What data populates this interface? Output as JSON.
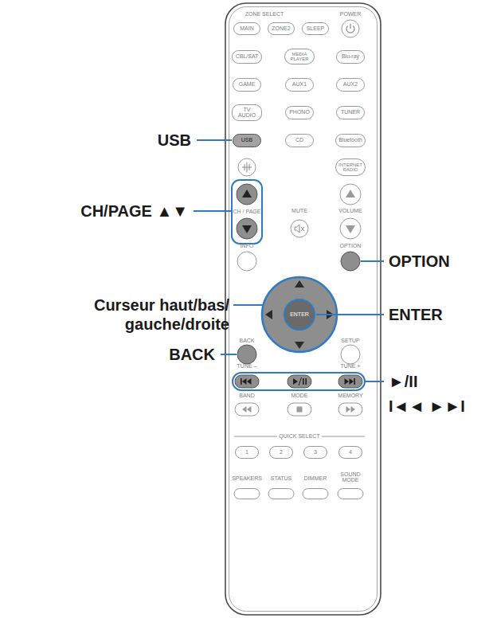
{
  "diagram": {
    "nodes": [
      {
        "text": [
          "MAIN"
        ]
      },
      {
        "text": [
          "ZONE2"
        ]
      },
      {
        "text": [
          "SLEEP"
        ]
      },
      {
        "text": [
          "CBL/SAT"
        ]
      },
      {
        "text": [
          "MEDIA PLAYER"
        ]
      },
      {
        "text": [
          "Blu-ray"
        ]
      },
      {
        "text": [
          "GAME"
        ]
      },
      {
        "text": [
          "AUX1"
        ]
      },
      {
        "text": [
          "AUX2"
        ]
      },
      {
        "text": [
          "TV AUDIO"
        ]
      },
      {
        "text": [
          "PHONO"
        ]
      },
      {
        "text": [
          "TUNER"
        ]
      },
      {
        "text": [
          "USB"
        ]
      },
      {
        "text": [
          "CD"
        ]
      },
      {
        "text": [
          "Bluetooth"
        ]
      },
      {
        "text": [
          "INTERNET RADIO"
        ]
      },
      {
        "text": [
          "ENTER"
        ]
      },
      {
        "text": [
          "1"
        ]
      },
      {
        "text": [
          "2"
        ]
      },
      {
        "text": [
          "3"
        ]
      },
      {
        "text": [
          "4"
        ]
      }
    ],
    "edges": [],
    "labels": [
      "ZONE SELECT",
      "POWER",
      "USB",
      "CH/PAGE ▲▼",
      "CH / PAGE",
      "MUTE",
      "VOLUME",
      "INFO",
      "OPTION",
      "OPTION",
      "Curseur haut/bas/ gauche/droite",
      "ENTER",
      "BACK",
      "BACK",
      "SETUP",
      "TUNE –",
      "TUNE +",
      "►/II",
      "I◄◄ ►►I",
      "BAND",
      "MODE",
      "MEMORY",
      "QUICK SELECT",
      "SPEAKERS",
      "STATUS",
      "DIMMER",
      "SOUND MODE"
    ]
  }
}
